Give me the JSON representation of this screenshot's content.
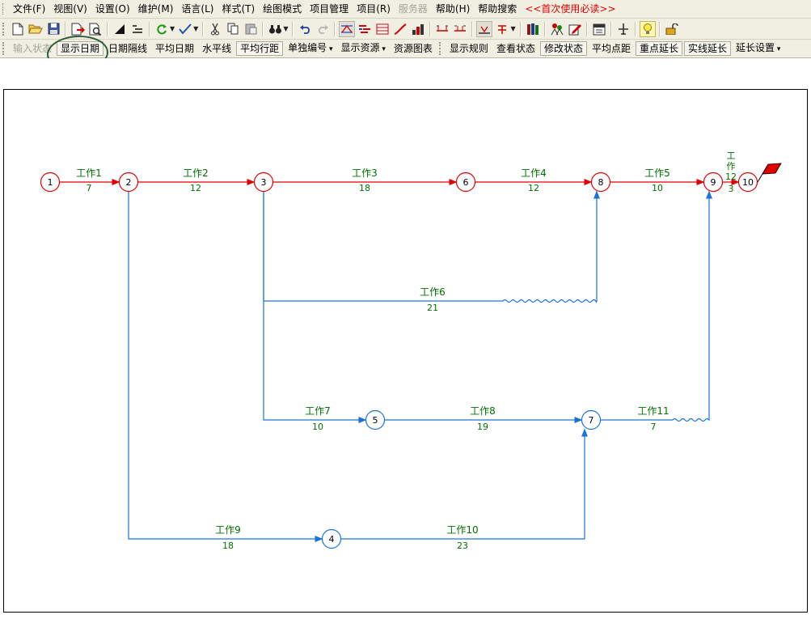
{
  "menu": [
    {
      "label": "文件(F)",
      "state": "normal"
    },
    {
      "label": "视图(V)",
      "state": "normal"
    },
    {
      "label": "设置(O)",
      "state": "normal"
    },
    {
      "label": "维护(M)",
      "state": "normal"
    },
    {
      "label": "语言(L)",
      "state": "normal"
    },
    {
      "label": "样式(T)",
      "state": "normal"
    },
    {
      "label": "绘图模式",
      "state": "normal"
    },
    {
      "label": "项目管理",
      "state": "normal"
    },
    {
      "label": "项目(R)",
      "state": "normal"
    },
    {
      "label": "服务器",
      "state": "disabled"
    },
    {
      "label": "帮助(H)",
      "state": "normal"
    },
    {
      "label": "帮助搜索",
      "state": "normal"
    },
    {
      "label": "<<首次使用必读>>",
      "state": "notice"
    }
  ],
  "toolbar2": [
    {
      "label": "输入状态",
      "style": "disabled"
    },
    {
      "label": "显示日期",
      "style": "boxed"
    },
    {
      "label": "日期隔线",
      "style": "normal"
    },
    {
      "label": "平均日期",
      "style": "normal"
    },
    {
      "label": "水平线",
      "style": "normal"
    },
    {
      "label": "平均行距",
      "style": "boxed"
    },
    {
      "label": "单独编号",
      "style": "drop"
    },
    {
      "label": "显示资源",
      "style": "drop"
    },
    {
      "label": "资源图表",
      "style": "normal"
    },
    {
      "label": "显示规则",
      "style": "normal"
    },
    {
      "label": "查看状态",
      "style": "normal"
    },
    {
      "label": "修改状态",
      "style": "boxed"
    },
    {
      "label": "平均点距",
      "style": "normal"
    },
    {
      "label": "重点延长",
      "style": "boxed"
    },
    {
      "label": "实线延长",
      "style": "boxed"
    },
    {
      "label": "延长设置",
      "style": "drop"
    }
  ],
  "colors": {
    "critical": "#e00000",
    "normal": "#1a73d9",
    "label": "#007000",
    "node_text": "#000000"
  },
  "network": {
    "nodes": [
      {
        "id": "1",
        "critical": true
      },
      {
        "id": "2",
        "critical": true
      },
      {
        "id": "3",
        "critical": true
      },
      {
        "id": "6",
        "critical": true
      },
      {
        "id": "8",
        "critical": true
      },
      {
        "id": "9",
        "critical": true
      },
      {
        "id": "10",
        "critical": true
      },
      {
        "id": "5",
        "critical": false
      },
      {
        "id": "7",
        "critical": false
      },
      {
        "id": "4",
        "critical": false
      }
    ],
    "activities": [
      {
        "name": "工作1",
        "duration": "7",
        "from": "1",
        "to": "2",
        "critical": true
      },
      {
        "name": "工作2",
        "duration": "12",
        "from": "2",
        "to": "3",
        "critical": true
      },
      {
        "name": "工作3",
        "duration": "18",
        "from": "3",
        "to": "6",
        "critical": true
      },
      {
        "name": "工作4",
        "duration": "12",
        "from": "6",
        "to": "8",
        "critical": true
      },
      {
        "name": "工作5",
        "duration": "10",
        "from": "8",
        "to": "9",
        "critical": true
      },
      {
        "name": "工作12",
        "duration": "3",
        "from": "9",
        "to": "10",
        "critical": true
      },
      {
        "name": "工作6",
        "duration": "21",
        "from": "3",
        "to": "8",
        "critical": false
      },
      {
        "name": "工作7",
        "duration": "10",
        "from": "3",
        "to": "5",
        "critical": false
      },
      {
        "name": "工作8",
        "duration": "19",
        "from": "5",
        "to": "7",
        "critical": false
      },
      {
        "name": "工作11",
        "duration": "7",
        "from": "7",
        "to": "9",
        "critical": false
      },
      {
        "name": "工作9",
        "duration": "18",
        "from": "2",
        "to": "4",
        "critical": false
      },
      {
        "name": "工作10",
        "duration": "23",
        "from": "4",
        "to": "7",
        "critical": false
      }
    ]
  }
}
